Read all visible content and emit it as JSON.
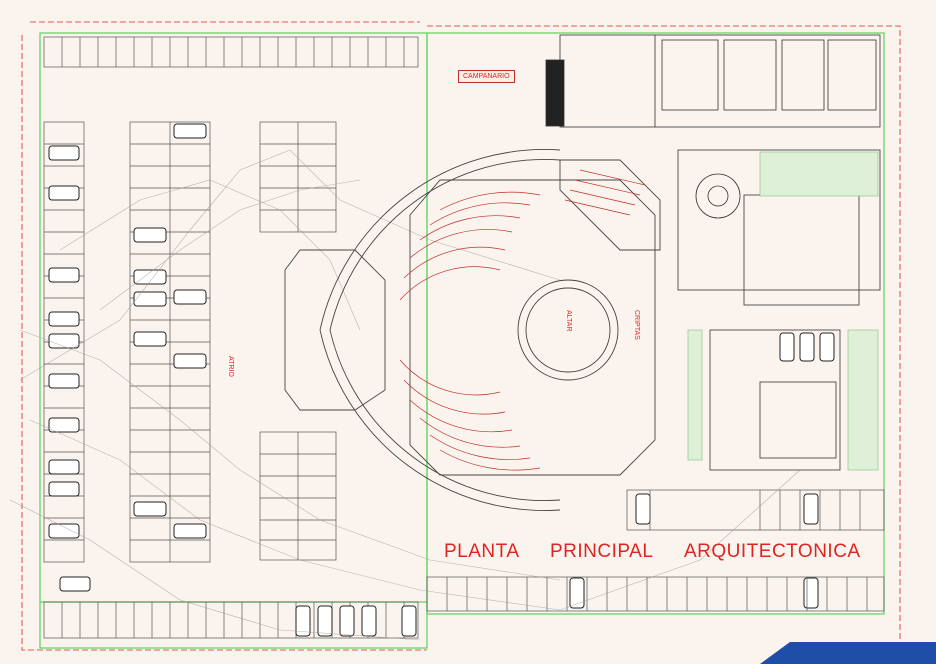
{
  "title": {
    "word1": "PLANTA",
    "word2": "PRINCIPAL",
    "word3": "ARQUITECTONICA"
  },
  "labels": {
    "campanario": "CAMPANARIO",
    "altar": "ALTAR",
    "criptas": "CRIPTAS",
    "atrio": "ATRIO"
  },
  "colors": {
    "background": "#fbf3ee",
    "linework": "#4a4a4a",
    "annotation": "#e0241f",
    "boundary": "#5fd35a",
    "landscape": "#dff0d8",
    "accent": "#1f4ea8"
  },
  "icons": {
    "car": "car-icon",
    "tree": "tree-icon"
  }
}
